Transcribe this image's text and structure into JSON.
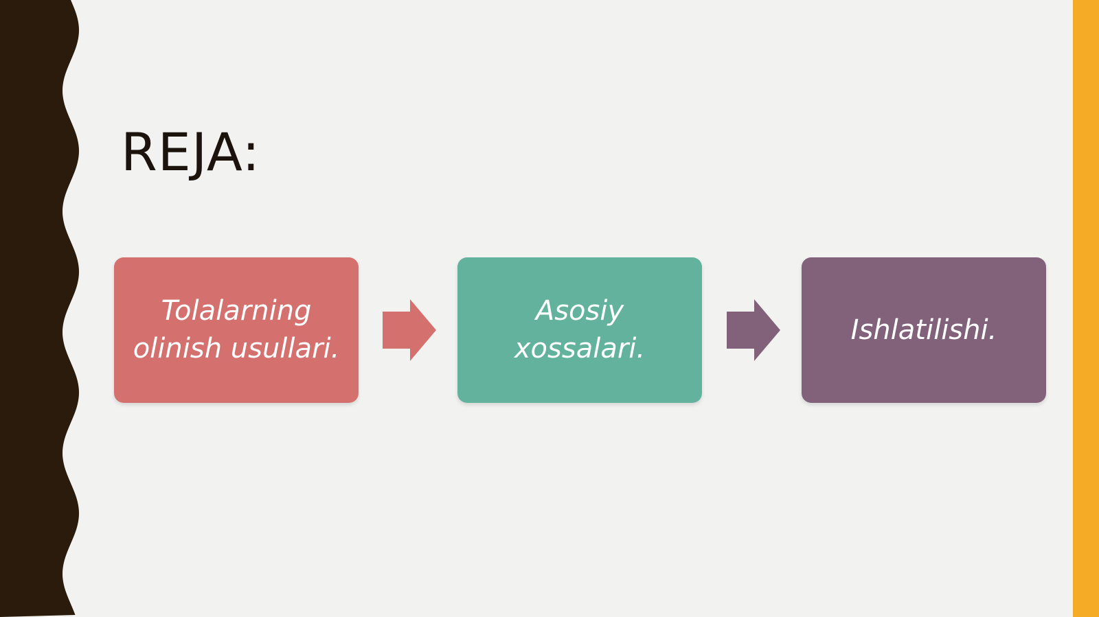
{
  "slide": {
    "title": "REJA:"
  },
  "colors": {
    "background": "#f2f3f1",
    "wave_border": "#2a1b0c",
    "accent_bar": "#f5ab26",
    "title_text": "#1c140c",
    "step_text": "#ffffff"
  },
  "process": {
    "steps": [
      {
        "label": "Tolalarning olinish usullari.",
        "color": "#d4706e"
      },
      {
        "label": "Asosiy xossalari.",
        "color": "#62b29d"
      },
      {
        "label": "Ishlatilishi.",
        "color": "#82627b"
      }
    ],
    "arrows": [
      {
        "color": "#d4706e",
        "icon": "right-arrow-icon"
      },
      {
        "color": "#82627b",
        "icon": "right-arrow-icon"
      }
    ]
  }
}
